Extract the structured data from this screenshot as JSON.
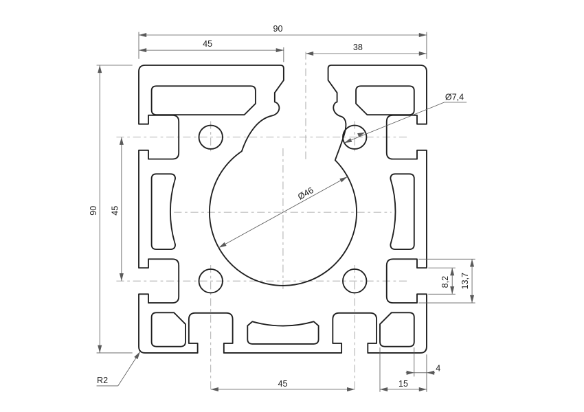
{
  "drawing": {
    "type": "technical-cross-section",
    "description": "Aluminium extrusion profile 90x90 cross-section with T-slots, central bore and mounting holes",
    "colors": {
      "background": "#ffffff",
      "profile_line": "#1f1f1f",
      "dimension_line": "#5a5a5a",
      "centerline": "#9c9c9c"
    },
    "dimensions": {
      "top_total_width": "90",
      "top_left_width": "45",
      "top_right_width": "38",
      "left_total_height": "90",
      "left_hole_spacing": "45",
      "hole_diameter": "Ø7,4",
      "bore_diameter": "Ø46",
      "slot_throat_width": "8,2",
      "slot_cavity_width": "13,7",
      "bottom_slot_spacing": "45",
      "bottom_right_offset": "15",
      "bottom_wall_thickness": "4",
      "corner_radius": "R2"
    }
  }
}
